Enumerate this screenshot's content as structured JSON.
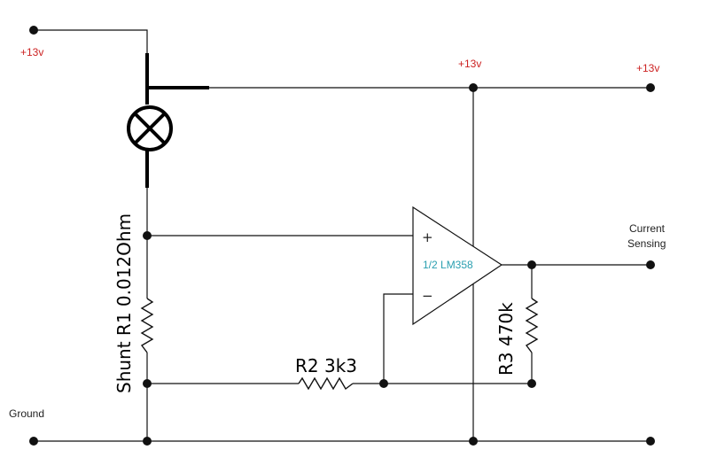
{
  "colors": {
    "supply_label": "#cc2222",
    "opamp_label": "#2a9fb0",
    "wire": "#111111"
  },
  "labels": {
    "supply_left": "+13v",
    "supply_mid": "+13v",
    "supply_right": "+13v",
    "shunt": "Shunt R1 0.012Ohm",
    "r2": "R2 3k3",
    "r3": "R3 470k",
    "opamp": "1/2 LM358",
    "opamp_plus": "+",
    "opamp_minus": "−",
    "output_line1": "Current",
    "output_line2": "Sensing",
    "ground": "Ground"
  },
  "icons": {
    "lamp": "lamp-icon",
    "resistor": "resistor-icon",
    "opamp": "opamp-triangle-icon"
  }
}
